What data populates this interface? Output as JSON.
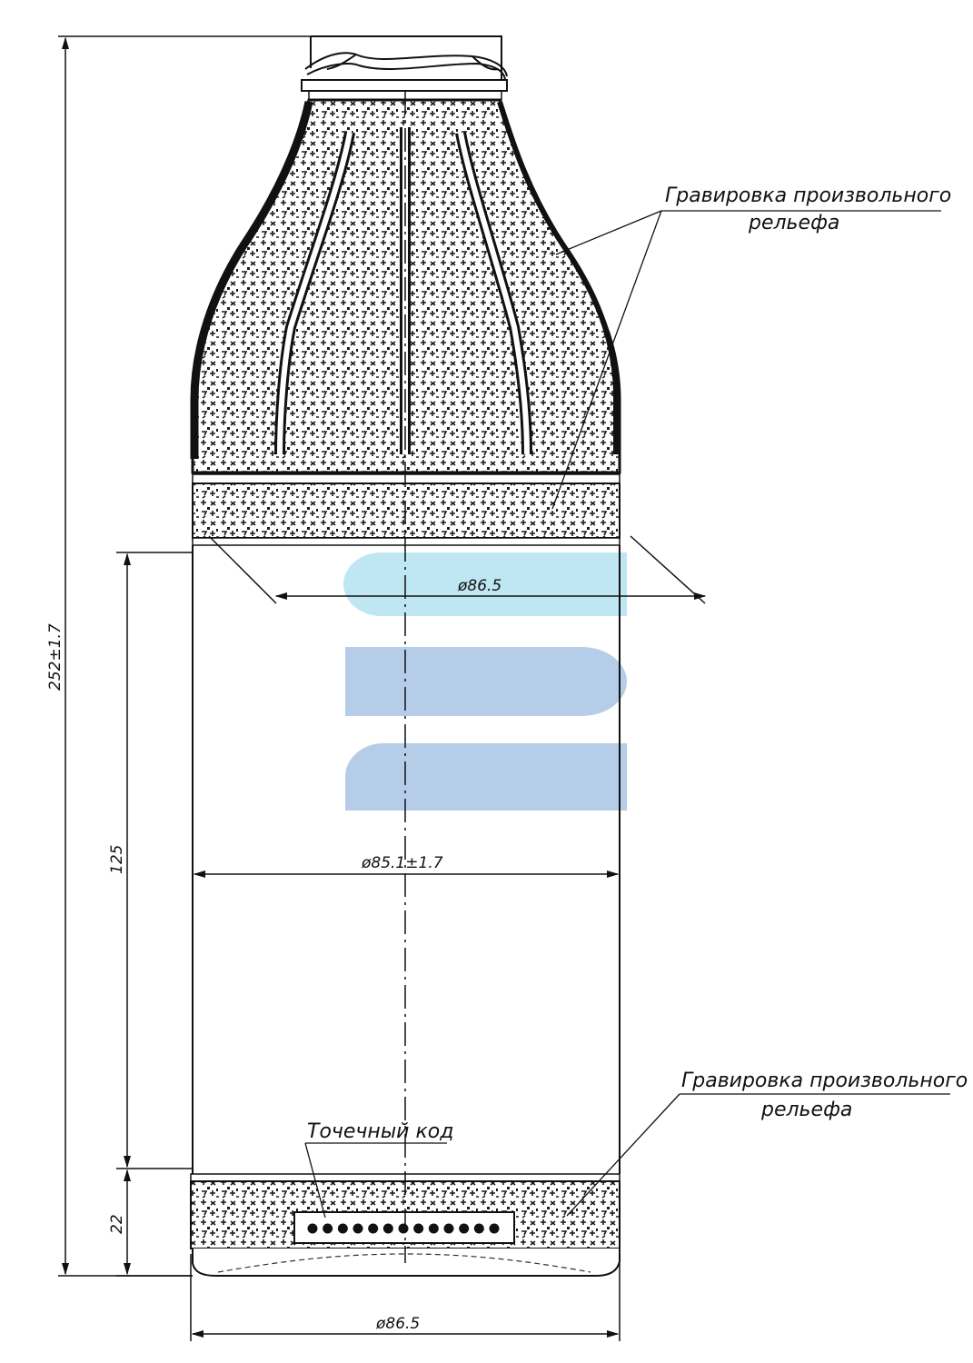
{
  "annotations": {
    "engraving_top_line1": "Гравировка произвольного",
    "engraving_top_line2": "рельефа",
    "engraving_bottom_line1": "Гравировка произвольного",
    "engraving_bottom_line2": "рельефа",
    "dot_code": "Точечный код"
  },
  "dimensions": {
    "overall_height": "252±1.7",
    "body_height": "125",
    "base_height": "22",
    "shoulder_diameter": "ø86.5",
    "body_diameter": "ø85.1±1.7",
    "base_diameter": "ø86.5"
  },
  "colors": {
    "line": "#111111",
    "watermark_light": "#bfe6f3",
    "watermark_dark": "#b5cde8"
  },
  "dot_code": {
    "dot_count": 13
  }
}
